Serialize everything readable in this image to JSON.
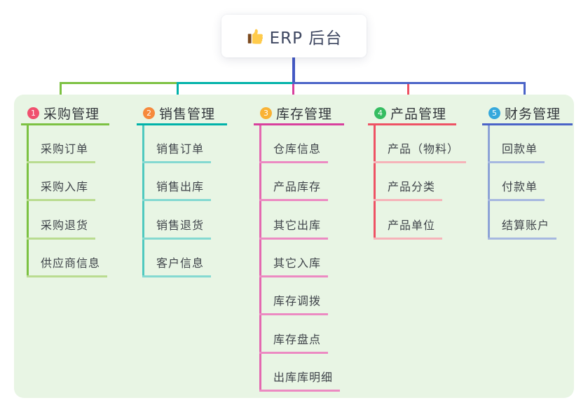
{
  "root": {
    "title": "ERP 后台",
    "icon": "thumbs-up"
  },
  "colors": {
    "panel_bg": "#e8f5e4",
    "root_line": "#4459c4",
    "root_text": "#3d4660"
  },
  "branches": [
    {
      "badge": "1",
      "label": "采购管理",
      "badge_color": "#f0506e",
      "line_color": "#7cc142",
      "stem_color": "#7cc142",
      "child_line_color": "#b9dc90",
      "children": [
        "采购订单",
        "采购入库",
        "采购退货",
        "供应商信息"
      ]
    },
    {
      "badge": "2",
      "label": "销售管理",
      "badge_color": "#f6893c",
      "line_color": "#00b2a9",
      "stem_color": "#4fc9bf",
      "child_line_color": "#84d9d1",
      "children": [
        "销售订单",
        "销售出库",
        "销售退货",
        "客户信息"
      ]
    },
    {
      "badge": "3",
      "label": "库存管理",
      "badge_color": "#f9b234",
      "line_color": "#d8409d",
      "stem_color": "#e468b0",
      "child_line_color": "#ec8ac2",
      "children": [
        "仓库信息",
        "产品库存",
        "其它出库",
        "其它入库",
        "库存调拨",
        "库存盘点",
        "出库库明细"
      ]
    },
    {
      "badge": "4",
      "label": "产品管理",
      "badge_color": "#35bd61",
      "line_color": "#ee5264",
      "stem_color": "#ee5264",
      "child_line_color": "#f6b3b9",
      "children": [
        "产品（物料）",
        "产品分类",
        "产品单位"
      ]
    },
    {
      "badge": "5",
      "label": "财务管理",
      "badge_color": "#35a8dc",
      "line_color": "#4a63c7",
      "stem_color": "#8da3d6",
      "child_line_color": "#a6b8e0",
      "children": [
        "回款单",
        "付款单",
        "结算账户"
      ]
    }
  ]
}
